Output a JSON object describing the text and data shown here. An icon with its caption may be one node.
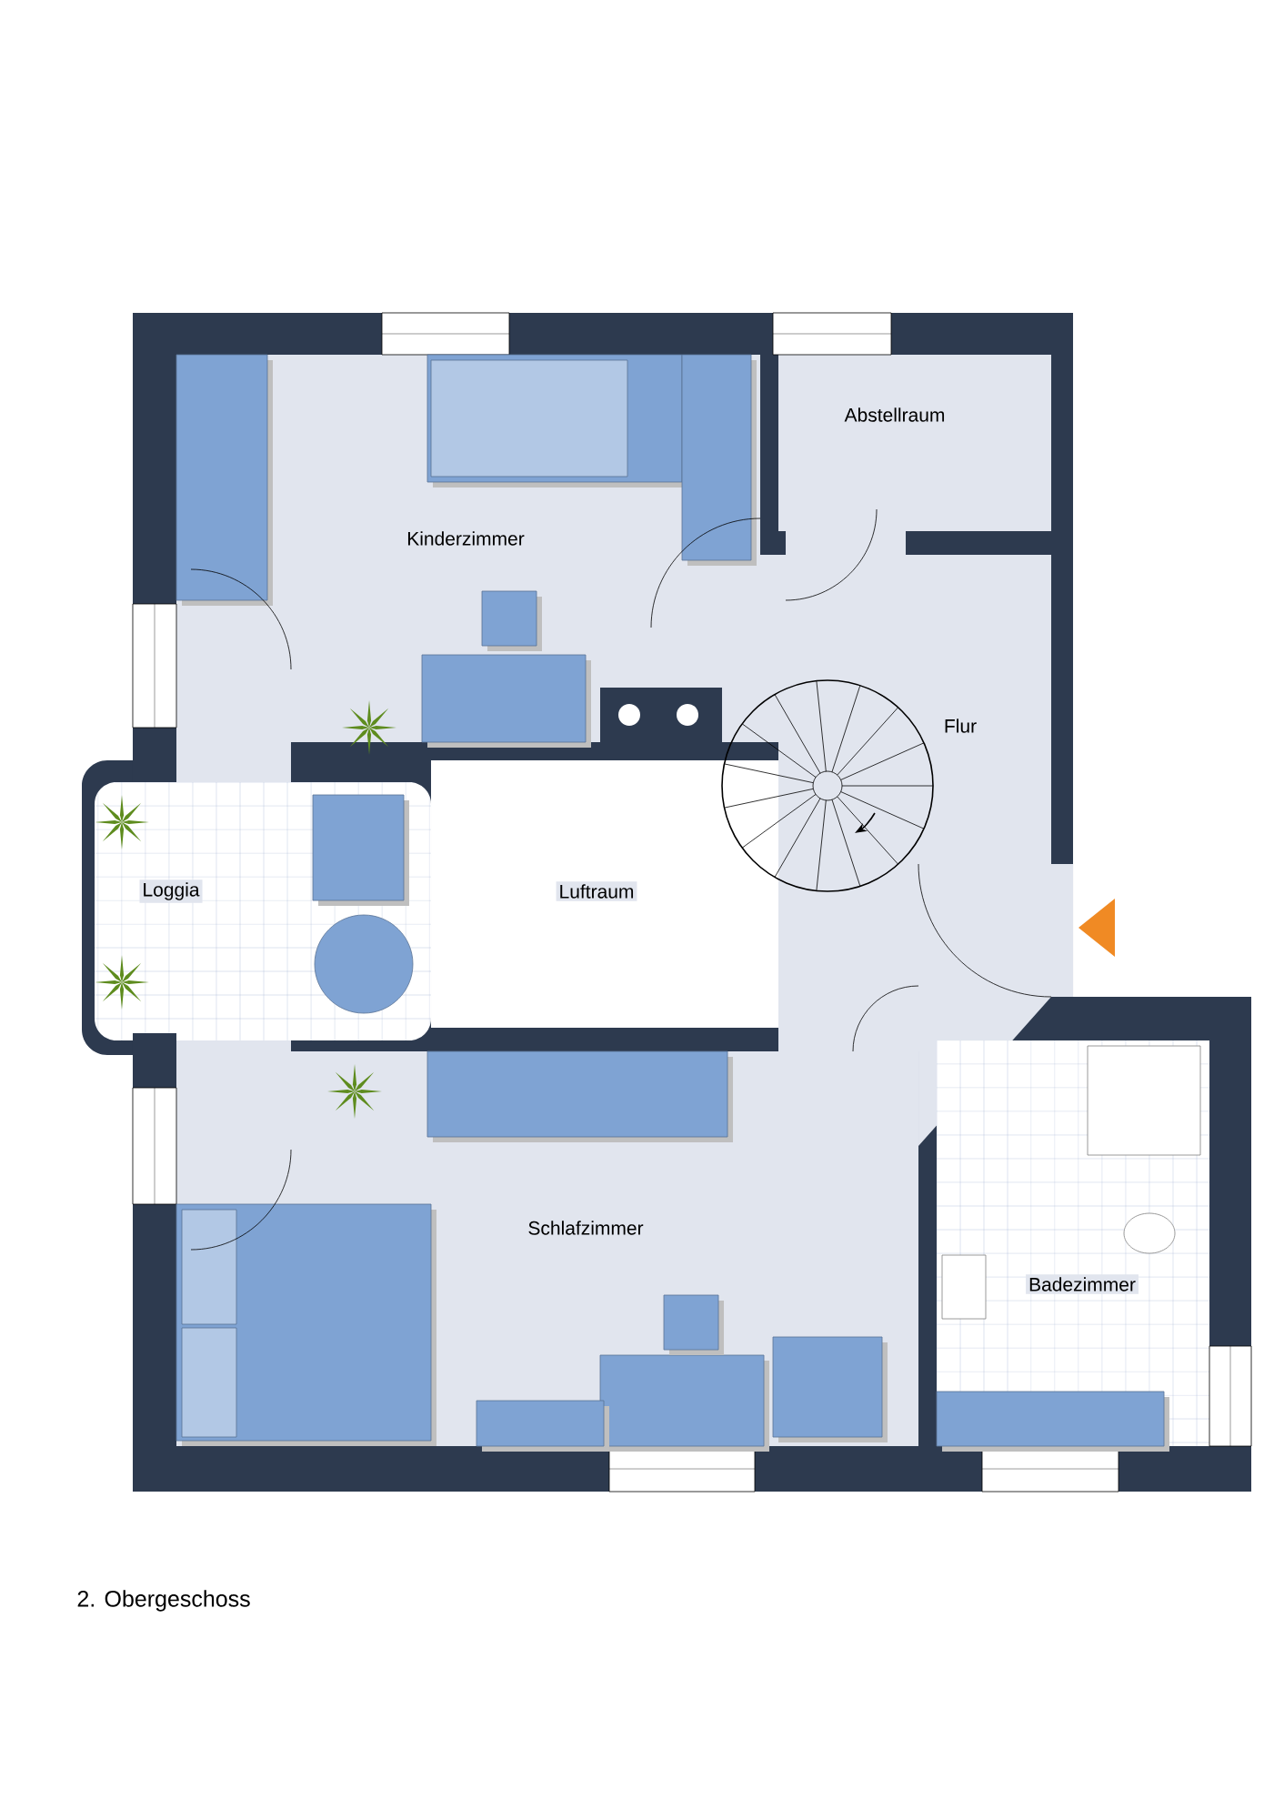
{
  "diagram": {
    "caption": "2. Obergeschoss",
    "labels": [
      "Abstellraum",
      "Kinderzimmer",
      "Flur",
      "Loggia",
      "Luftraum",
      "Schlafzimmer",
      "Badezimmer"
    ]
  }
}
